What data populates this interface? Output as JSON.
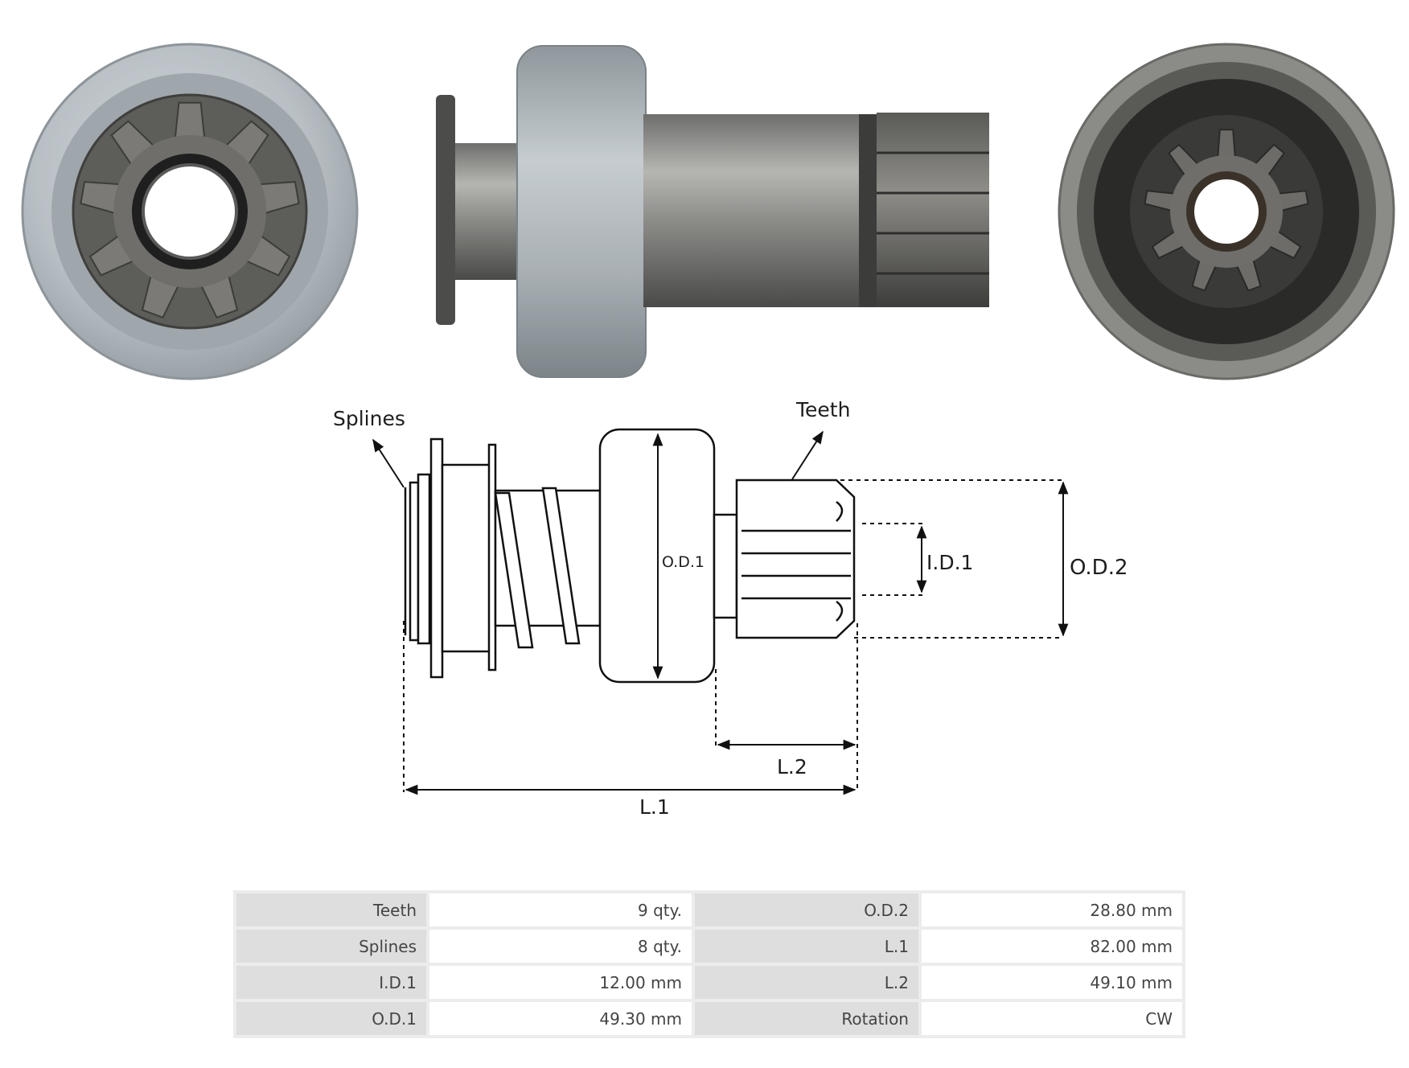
{
  "labels": {
    "splines": "Splines",
    "teeth": "Teeth",
    "od1": "O.D.1",
    "id1": "I.D.1",
    "od2": "O.D.2",
    "l1": "L.1",
    "l2": "L.2"
  },
  "specs": {
    "rows": [
      [
        {
          "k": "Teeth",
          "v": "9 qty."
        },
        {
          "k": "O.D.2",
          "v": "28.80 mm"
        }
      ],
      [
        {
          "k": "Splines",
          "v": "8 qty."
        },
        {
          "k": "L.1",
          "v": "82.00 mm"
        }
      ],
      [
        {
          "k": "I.D.1",
          "v": "12.00 mm"
        },
        {
          "k": "L.2",
          "v": "49.10 mm"
        }
      ],
      [
        {
          "k": "O.D.1",
          "v": "49.30 mm"
        },
        {
          "k": "Rotation",
          "v": "CW"
        }
      ]
    ]
  }
}
